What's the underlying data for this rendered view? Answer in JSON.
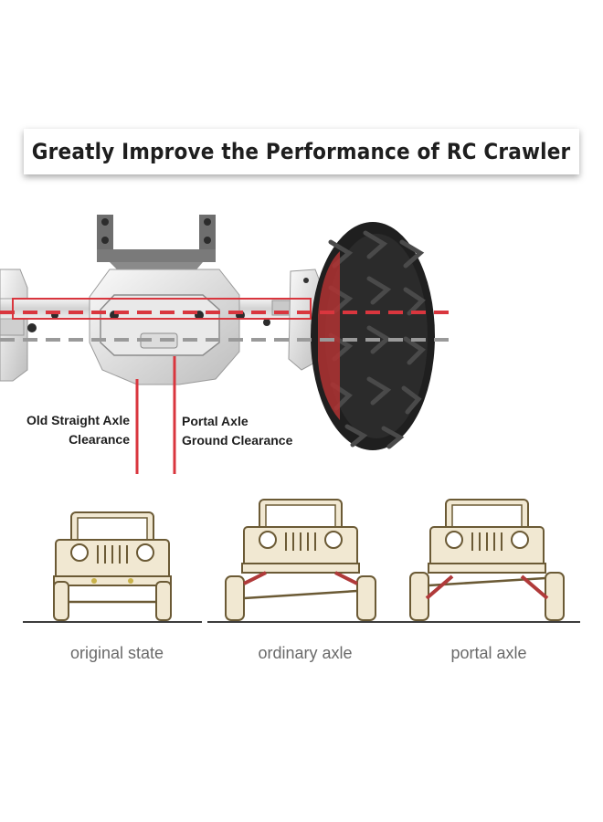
{
  "banner": {
    "title": "Greatly Improve the Performance of RC Crawler"
  },
  "labels": {
    "old_line1": "Old Straight Axle",
    "old_line2": "Clearance",
    "portal_line1": "Portal Axle",
    "portal_line2": "Ground Clearance"
  },
  "captions": {
    "original": "original state",
    "ordinary": "ordinary axle",
    "portal": "portal axle"
  },
  "colors": {
    "accent_red": "#d9363e",
    "guide_gray": "#9a9a9a",
    "jeep_line": "#6b5a35",
    "jeep_fill": "#f1e8d2",
    "axle_red": "#b03a3a"
  }
}
